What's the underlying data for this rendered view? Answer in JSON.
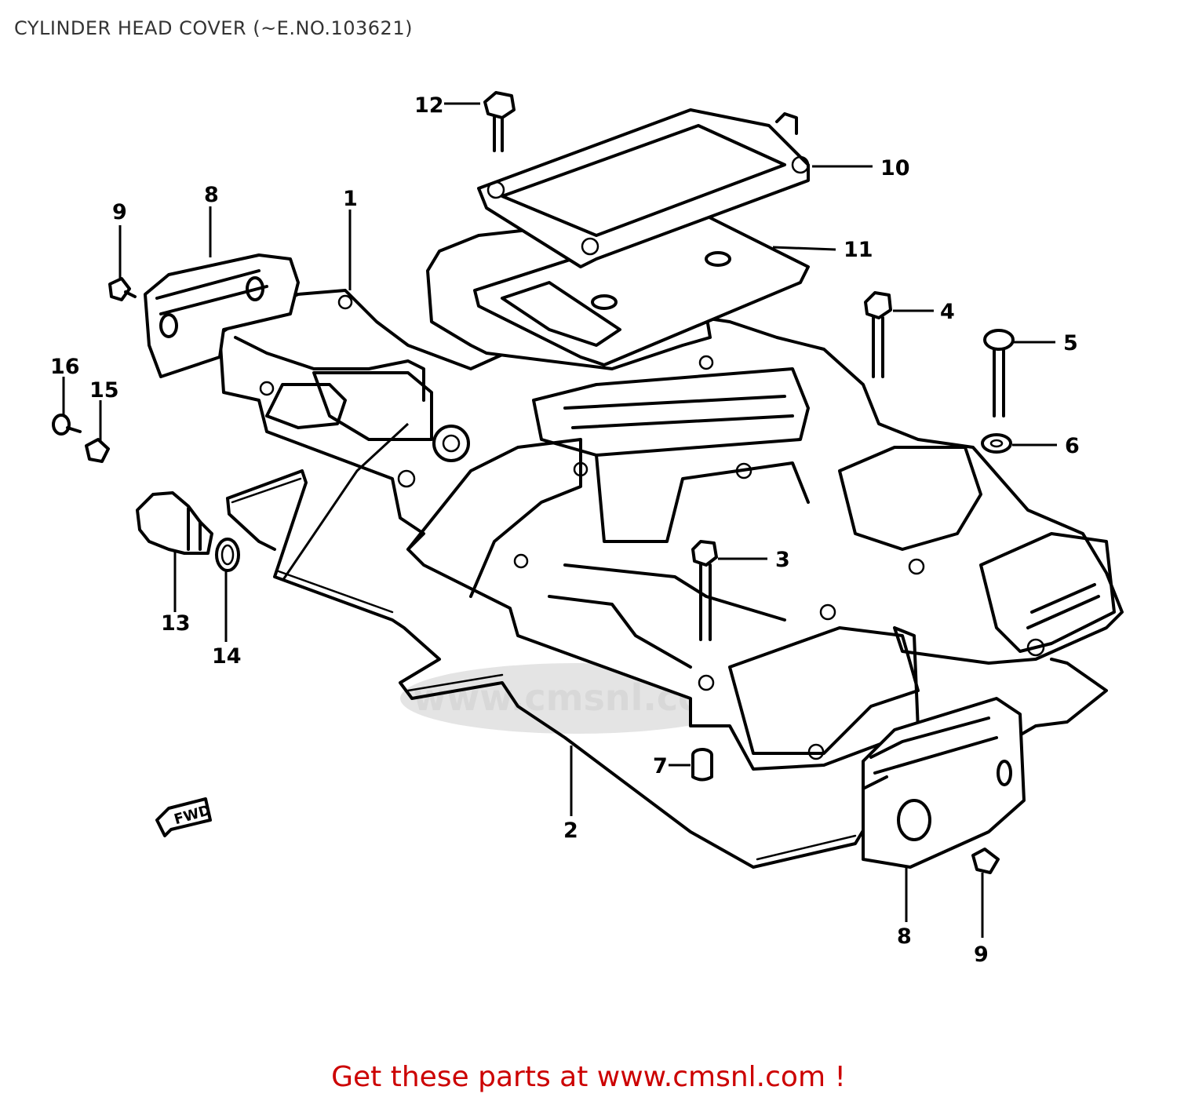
{
  "title": "CYLINDER HEAD COVER (~E.NO.103621)",
  "footer": "Get these parts at www.cmsnl.com !",
  "watermark": "www.cmsnl.com",
  "fwd_label": "FWD",
  "callouts": [
    "12",
    "10",
    "11",
    "9",
    "8",
    "1",
    "4",
    "5",
    "6",
    "16",
    "15",
    "3",
    "13",
    "14",
    "7",
    "2",
    "8",
    "9"
  ]
}
